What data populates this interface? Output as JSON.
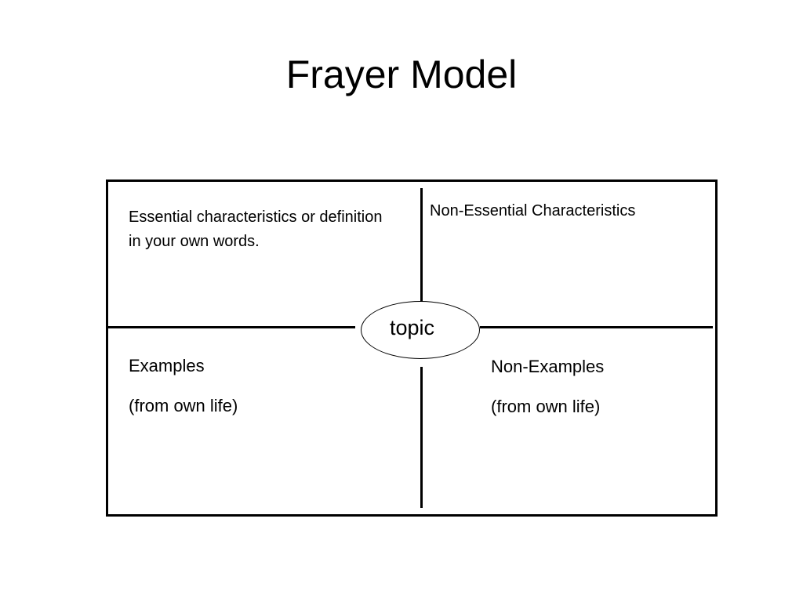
{
  "title": "Frayer Model",
  "center": {
    "label": "topic"
  },
  "quadrants": {
    "top_left": {
      "text": "Essential characteristics or definition in your own words."
    },
    "top_right": {
      "text": "Non-Essential Characteristics"
    },
    "bottom_left": {
      "heading": "Examples",
      "subheading": "(from own life)"
    },
    "bottom_right": {
      "heading": "Non-Examples",
      "subheading": "(from own life)"
    }
  }
}
